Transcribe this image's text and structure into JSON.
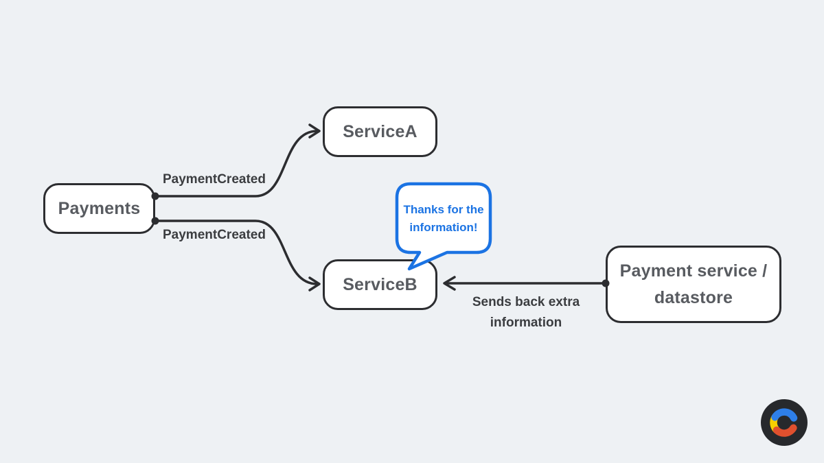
{
  "diagram": {
    "background_color": "#eef1f4",
    "stroke_color": "#2c2d30",
    "node_fill": "#ffffff",
    "node_text_color": "#585b60",
    "accent_blue": "#1b73e3",
    "nodes": [
      {
        "id": "payments",
        "label": "Payments"
      },
      {
        "id": "service-a",
        "label": "ServiceA"
      },
      {
        "id": "service-b",
        "label": "ServiceB"
      },
      {
        "id": "datastore",
        "label": "Payment service / datastore"
      }
    ],
    "edges": [
      {
        "from": "payments",
        "to": "service-a",
        "label": "PaymentCreated"
      },
      {
        "from": "payments",
        "to": "service-b",
        "label": "PaymentCreated"
      },
      {
        "from": "datastore",
        "to": "service-b",
        "label": "Sends back extra information"
      }
    ],
    "bubble": {
      "text": "Thanks for the information!",
      "border_color": "#1b73e3",
      "fill": "#ffffff"
    },
    "logo": {
      "name": "codeopinion-c-logo",
      "circle_color": "#27292c",
      "arc_blue": "#2e7fe9",
      "arc_yellow": "#f7cf00",
      "arc_red": "#e0502e"
    }
  }
}
